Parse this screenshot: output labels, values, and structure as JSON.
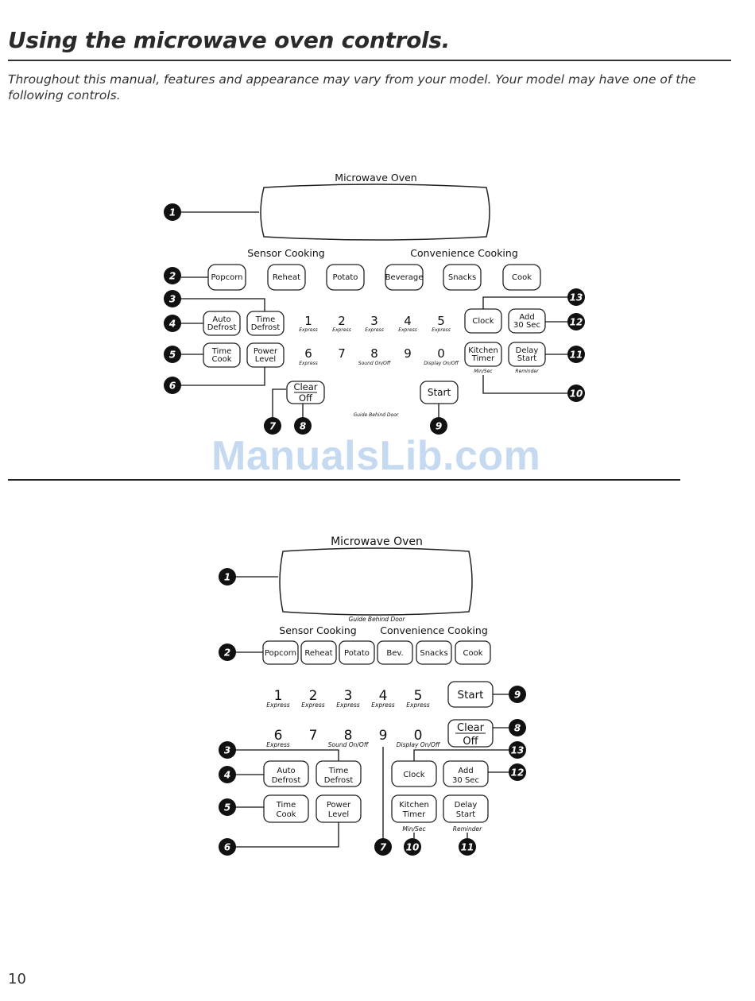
{
  "page": {
    "title": "Using the microwave oven controls.",
    "intro": "Throughout this manual, features and appearance may vary from your model. Your model may have one of the following controls.",
    "watermark": "ManualsLib.com",
    "page_number": "10"
  },
  "panel1": {
    "display_title": "Microwave Oven",
    "sensor_heading": "Sensor Cooking",
    "convenience_heading": "Convenience Cooking",
    "btn_popcorn": "Popcorn",
    "btn_reheat": "Reheat",
    "btn_potato": "Potato",
    "btn_beverage": "Beverage",
    "btn_snacks": "Snacks",
    "btn_cook": "Cook",
    "btn_auto_defrost": [
      "Auto",
      "Defrost"
    ],
    "btn_time_defrost": [
      "Time",
      "Defrost"
    ],
    "btn_time_cook": [
      "Time",
      "Cook"
    ],
    "btn_power_level": [
      "Power",
      "Level"
    ],
    "btn_clock": "Clock",
    "btn_add30": [
      "Add",
      "30 Sec"
    ],
    "btn_kitchen_timer": [
      "Kitchen",
      "Timer"
    ],
    "btn_delay_start": [
      "Delay",
      "Start"
    ],
    "btn_clear_off": [
      "Clear",
      "Off"
    ],
    "btn_start": "Start",
    "digits": [
      "1",
      "2",
      "3",
      "4",
      "5",
      "6",
      "7",
      "8",
      "9",
      "0"
    ],
    "express": "Express",
    "sound": "Sound On/Off",
    "display_onoff": "Display On/Off",
    "minsec": "Min/Sec",
    "reminder": "Reminder",
    "guide": "Guide Behind Door",
    "callouts": [
      "1",
      "2",
      "3",
      "4",
      "5",
      "6",
      "7",
      "8",
      "9",
      "10",
      "11",
      "12",
      "13"
    ]
  },
  "panel2": {
    "display_title": "Microwave Oven",
    "guide": "Guide Behind Door",
    "sensor_heading": "Sensor Cooking",
    "convenience_heading": "Convenience Cooking",
    "btn_popcorn": "Popcorn",
    "btn_reheat": "Reheat",
    "btn_potato": "Potato",
    "btn_bev": "Bev.",
    "btn_snacks": "Snacks",
    "btn_cook": "Cook",
    "btn_start": "Start",
    "btn_clear_off": [
      "Clear",
      "Off"
    ],
    "btn_clock": "Clock",
    "btn_add30": [
      "Add",
      "30 Sec"
    ],
    "btn_auto_defrost": [
      "Auto",
      "Defrost"
    ],
    "btn_time_defrost": [
      "Time",
      "Defrost"
    ],
    "btn_time_cook": [
      "Time",
      "Cook"
    ],
    "btn_power_level": [
      "Power",
      "Level"
    ],
    "btn_kitchen_timer": [
      "Kitchen",
      "Timer"
    ],
    "btn_delay_start": [
      "Delay",
      "Start"
    ],
    "digits": [
      "1",
      "2",
      "3",
      "4",
      "5",
      "6",
      "7",
      "8",
      "9",
      "0"
    ],
    "express": "Express",
    "sound": "Sound On/Off",
    "display_onoff": "Display On/Off",
    "minsec": "Min/Sec",
    "reminder": "Reminder",
    "callouts": [
      "1",
      "2",
      "3",
      "4",
      "5",
      "6",
      "7",
      "8",
      "9",
      "10",
      "11",
      "12",
      "13"
    ]
  }
}
